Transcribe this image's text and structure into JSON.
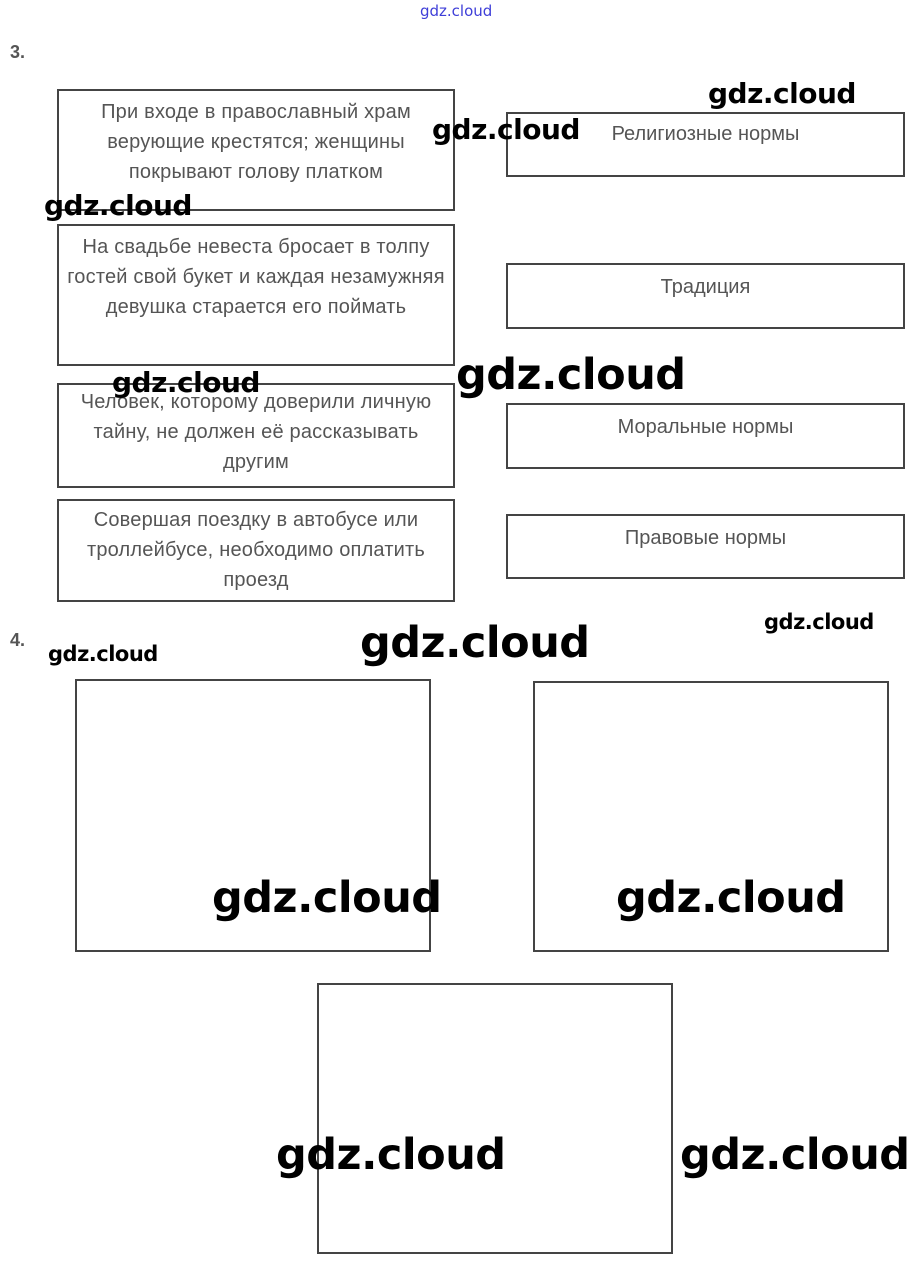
{
  "header": {
    "watermark": "gdz.cloud"
  },
  "task3": {
    "number": "3.",
    "situations": [
      "При входе в православный храм верующие крестятся; женщины покрывают голову платком",
      "На свадьбе невеста бросает в толпу гостей свой букет и каждая незамужняя девушка старается его поймать",
      "Человек, которому доверили личную тайну, не должен её рассказывать другим",
      "Совершая поездку в автобусе или троллейбусе, необходимо оплатить проезд"
    ],
    "norms": [
      "Религиозные нормы",
      "Традиция",
      "Моральные нормы",
      "Правовые нормы"
    ]
  },
  "task4": {
    "number": "4."
  },
  "watermarks": [
    "gdz.cloud",
    "gdz.cloud",
    "gdz.cloud",
    "gdz.cloud",
    "gdz.cloud",
    "gdz.cloud",
    "gdz.cloud",
    "gdz.cloud",
    "gdz.cloud",
    "gdz.cloud",
    "gdz.cloud",
    "gdz.cloud"
  ]
}
